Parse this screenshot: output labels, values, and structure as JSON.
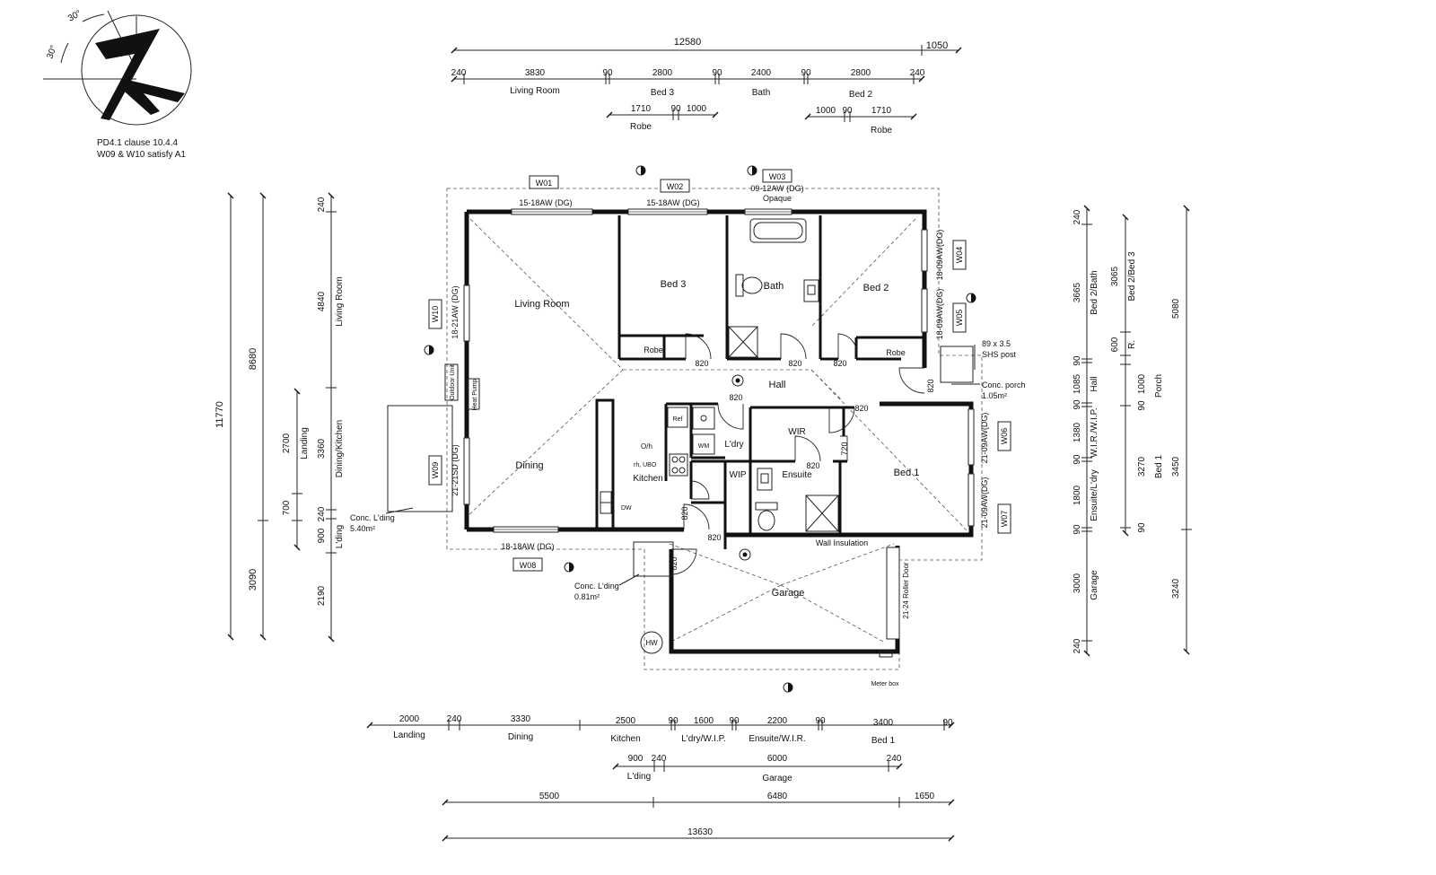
{
  "compass": {
    "angle_left": "30°",
    "angle_top": "30°"
  },
  "notes": {
    "clause_line1": "PD4.1 clause 10.4.4",
    "clause_line2": "W09 & W10 satisfy A1"
  },
  "top_dims": {
    "overall": "12580",
    "overhang": "1050",
    "row2": [
      "240",
      "3830",
      "90",
      "2800",
      "90",
      "2400",
      "90",
      "2800",
      "240"
    ],
    "row2_labels": [
      "Living Room",
      "Bed 3",
      "Bath",
      "Bed 2"
    ],
    "robe_left": [
      "1710",
      "90",
      "1000"
    ],
    "robe_left_label": "Robe",
    "robe_right": [
      "1000",
      "90",
      "1710"
    ],
    "robe_right_label": "Robe"
  },
  "left_dims": {
    "overall": "11770",
    "col2_top": "8680",
    "col2_bottom": "3090",
    "col3_top": "2700",
    "col3_mid": "700",
    "col3_label": "Landing",
    "col4": [
      "240",
      "4840",
      "3360",
      "240",
      "900",
      "2190"
    ],
    "col4_labels": [
      "Living Room",
      "Dining/Kitchen",
      "L'ding"
    ]
  },
  "right_dims": {
    "col1": [
      "240",
      "3665",
      "90",
      "1085",
      "90",
      "1380",
      "90",
      "1800",
      "90",
      "3000",
      "240"
    ],
    "col1_labels": [
      "Bed 2/Bath",
      "Hall",
      "W.I.R./W.I.P.",
      "Ensuite/L'dry",
      "Garage"
    ],
    "col2": [
      "3065",
      "600",
      "90",
      "1000",
      "3270",
      "90"
    ],
    "col2_labels": [
      "Bed 2/Bed 3",
      "R.",
      "Porch",
      "Bed 1"
    ],
    "col3": [
      "5080",
      "3450",
      "3240"
    ]
  },
  "bottom_dims": {
    "row1": [
      "2000",
      "240",
      "3330",
      "2500",
      "90",
      "1600",
      "90",
      "2200",
      "90",
      "3400",
      "90"
    ],
    "row1_labels": [
      "Landing",
      "Dining",
      "Kitchen",
      "L'dry/W.I.P.",
      "Ensuite/W.I.R.",
      "Bed 1"
    ],
    "row2": [
      "900",
      "240",
      "6000",
      "240"
    ],
    "row2_labels": [
      "L'ding",
      "Garage"
    ],
    "row3": [
      "5500",
      "6480",
      "1650"
    ],
    "overall": "13630"
  },
  "rooms": {
    "living": "Living Room",
    "bed3": "Bed 3",
    "bath": "Bath",
    "bed2": "Bed 2",
    "robe": "Robe",
    "hall": "Hall",
    "dining": "Dining",
    "kitchen": "Kitchen",
    "ldry": "L'dry",
    "wir": "WIR",
    "wip": "WIP",
    "ensuite": "Ensuite",
    "bed1": "Bed 1",
    "garage": "Garage"
  },
  "windows": {
    "w01": "W01",
    "w02": "W02",
    "w03": "W03",
    "w04": "W04",
    "w05": "W05",
    "w06": "W06",
    "w07": "W07",
    "w08": "W08",
    "w09": "W09",
    "w10": "W10",
    "w01_spec": "15-18AW (DG)",
    "w02_spec": "15-18AW (DG)",
    "w03_spec": "09-12AW (DG)",
    "w03_note": "Opaque",
    "w04_spec": "18-09AW(DG)",
    "w05_spec": "18-09AW(DG)",
    "w06_spec": "21-09AW(DG)",
    "w07_spec": "21-09AW(DG)",
    "w08_spec": "18-18AW (DG)",
    "w09_spec": "21-21SD (DG)",
    "w10_spec": "18-21AW (DG)"
  },
  "doors": {
    "d820": "820",
    "d720": "720"
  },
  "fixtures": {
    "ref": "Ref",
    "wm": "WM",
    "oh": "O/h",
    "rh_ubo": "rh, UBO",
    "dw": "DW",
    "hw": "HW",
    "outdoor_unit": "Outdoor Unit",
    "heat_pump": "Heat Pump",
    "roller_door": "21-24 Roller Door",
    "wall_insulation": "Wall Insulation",
    "meter_box": "Meter box"
  },
  "annotations": {
    "post_line1": "89 x 3.5",
    "post_line2": "SHS post",
    "porch_line1": "Conc. porch",
    "porch_line2": "1.05m²",
    "landing_line1": "Conc. L'ding",
    "landing_line2": "5.40m²",
    "landing2_line1": "Conc. L'ding",
    "landing2_line2": "0.81m²"
  }
}
